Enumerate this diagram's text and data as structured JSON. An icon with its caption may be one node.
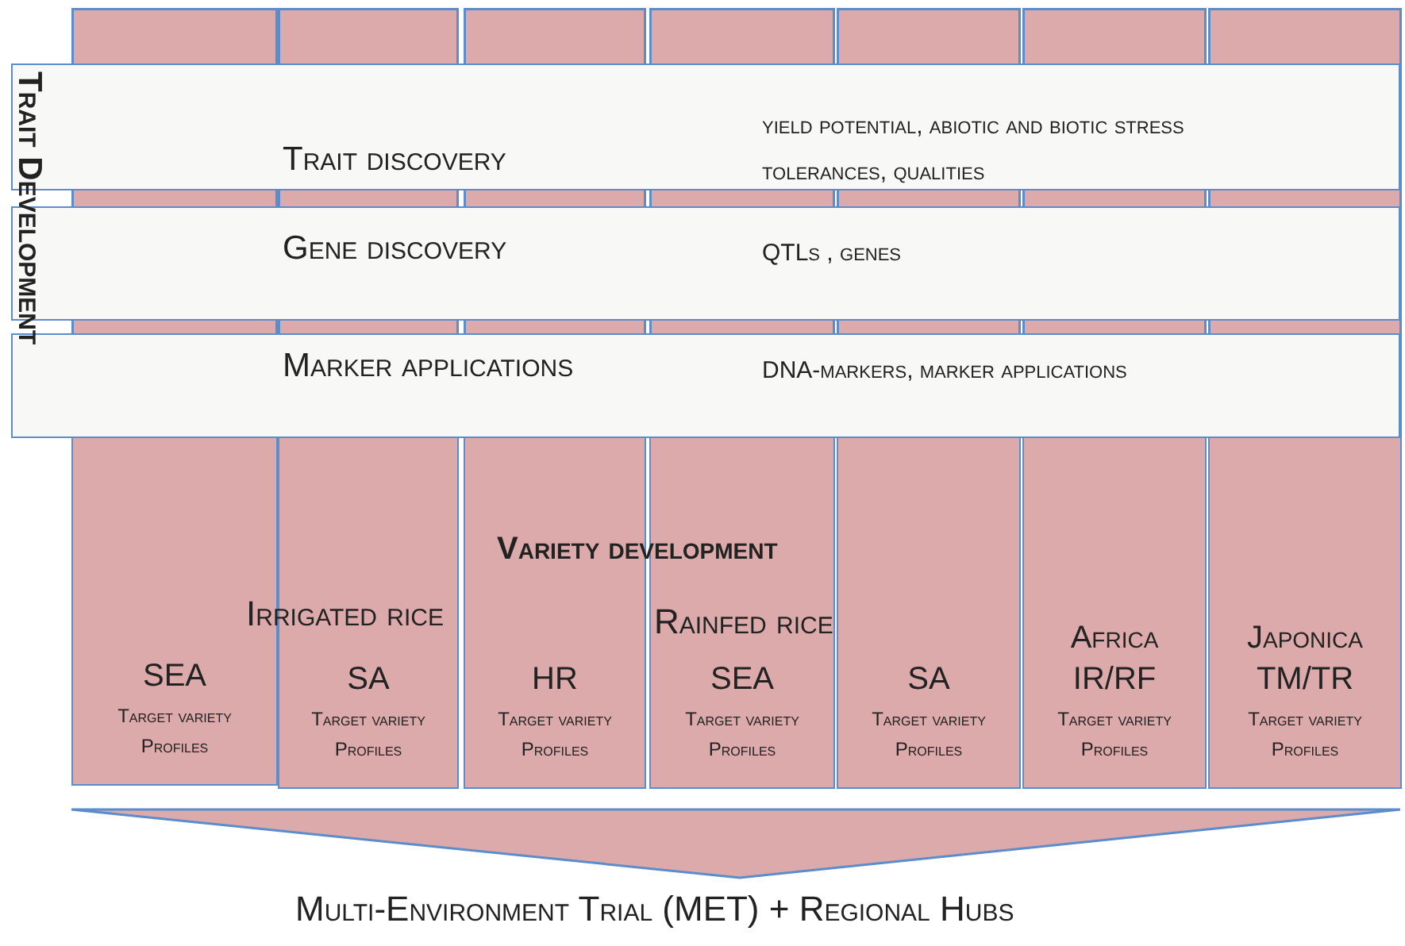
{
  "diagram": {
    "nodes": [
      {
        "text": [
          "SEA",
          "Target variety Profiles"
        ]
      },
      {
        "text": [
          "SA",
          "Target variety Profiles"
        ]
      },
      {
        "text": [
          "HR",
          "Target variety Profiles"
        ]
      },
      {
        "text": [
          "SEA",
          "Target variety Profiles"
        ]
      },
      {
        "text": [
          "SA",
          "Target variety Profiles"
        ]
      },
      {
        "text": [
          "Africa",
          "IR/RF",
          "Target variety Profiles"
        ]
      },
      {
        "text": [
          "Japonica",
          "TM/TR",
          "Target variety Profiles"
        ]
      },
      {
        "text": [
          "Trait discovery",
          "yield potential, abiotic and biotic stress tolerances, qualities"
        ]
      },
      {
        "text": [
          "Gene discovery",
          "QTLs , genes"
        ]
      },
      {
        "text": [
          "Marker applications",
          "DNA-markers, marker applications"
        ]
      }
    ],
    "edges": [],
    "labels": [
      "Trait Development",
      "Variety development",
      "Irrigated rice",
      "Rainfed rice",
      "Multi-Environment Trial (MET) + Regional Hubs"
    ]
  }
}
